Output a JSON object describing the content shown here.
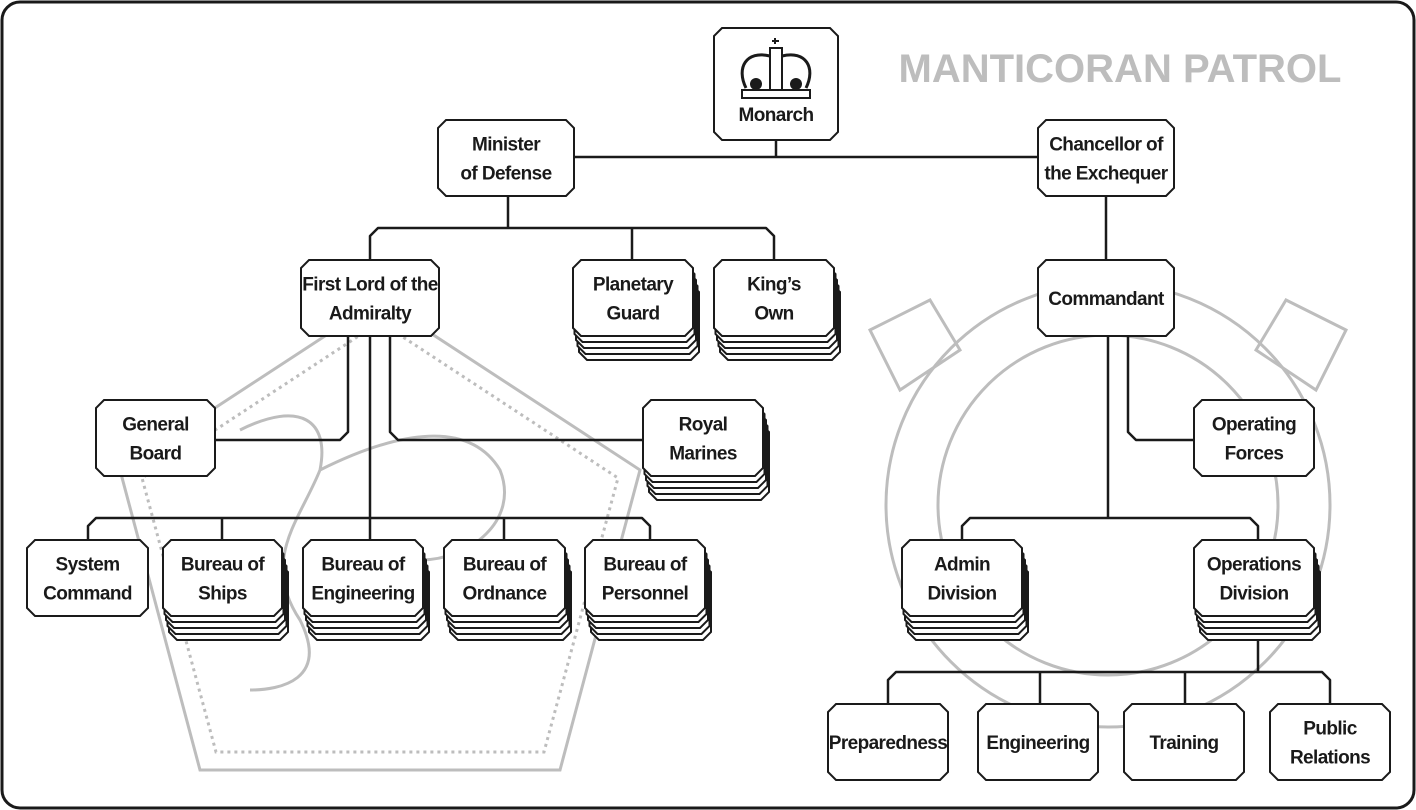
{
  "diagram": {
    "watermark_text": "MANTICORAN PATROL",
    "colors": {
      "line": "#1a1a1a",
      "box_fill": "#ffffff",
      "watermark": "#bdbdbd"
    },
    "nodes": [
      {
        "id": "monarch",
        "lines": [
          "Monarch"
        ],
        "stacked": false,
        "icon": "crown-icon"
      },
      {
        "id": "minister-of-defense",
        "lines": [
          "Minister",
          "of Defense"
        ],
        "stacked": false
      },
      {
        "id": "chancellor-of-the-exchequer",
        "lines": [
          "Chancellor of",
          "the Exchequer"
        ],
        "stacked": false
      },
      {
        "id": "first-lord-of-the-admiralty",
        "lines": [
          "First Lord of the",
          "Admiralty"
        ],
        "stacked": false
      },
      {
        "id": "planetary-guard",
        "lines": [
          "Planetary",
          "Guard"
        ],
        "stacked": true
      },
      {
        "id": "kings-own",
        "lines": [
          "King’s",
          "Own"
        ],
        "stacked": true
      },
      {
        "id": "commandant",
        "lines": [
          "Commandant"
        ],
        "stacked": false
      },
      {
        "id": "general-board",
        "lines": [
          "General",
          "Board"
        ],
        "stacked": false
      },
      {
        "id": "royal-marines",
        "lines": [
          "Royal",
          "Marines"
        ],
        "stacked": true
      },
      {
        "id": "operating-forces",
        "lines": [
          "Operating",
          "Forces"
        ],
        "stacked": false
      },
      {
        "id": "system-command",
        "lines": [
          "System",
          "Command"
        ],
        "stacked": false
      },
      {
        "id": "bureau-of-ships",
        "lines": [
          "Bureau of",
          "Ships"
        ],
        "stacked": true
      },
      {
        "id": "bureau-of-engineering",
        "lines": [
          "Bureau of",
          "Engineering"
        ],
        "stacked": true
      },
      {
        "id": "bureau-of-ordnance",
        "lines": [
          "Bureau of",
          "Ordnance"
        ],
        "stacked": true
      },
      {
        "id": "bureau-of-personnel",
        "lines": [
          "Bureau of",
          "Personnel"
        ],
        "stacked": true
      },
      {
        "id": "admin-division",
        "lines": [
          "Admin",
          "Division"
        ],
        "stacked": true
      },
      {
        "id": "operations-division",
        "lines": [
          "Operations",
          "Division"
        ],
        "stacked": true
      },
      {
        "id": "preparedness",
        "lines": [
          "Preparedness"
        ],
        "stacked": false
      },
      {
        "id": "engineering",
        "lines": [
          "Engineering"
        ],
        "stacked": false
      },
      {
        "id": "training",
        "lines": [
          "Training"
        ],
        "stacked": false
      },
      {
        "id": "public-relations",
        "lines": [
          "Public",
          "Relations"
        ],
        "stacked": false
      }
    ]
  }
}
